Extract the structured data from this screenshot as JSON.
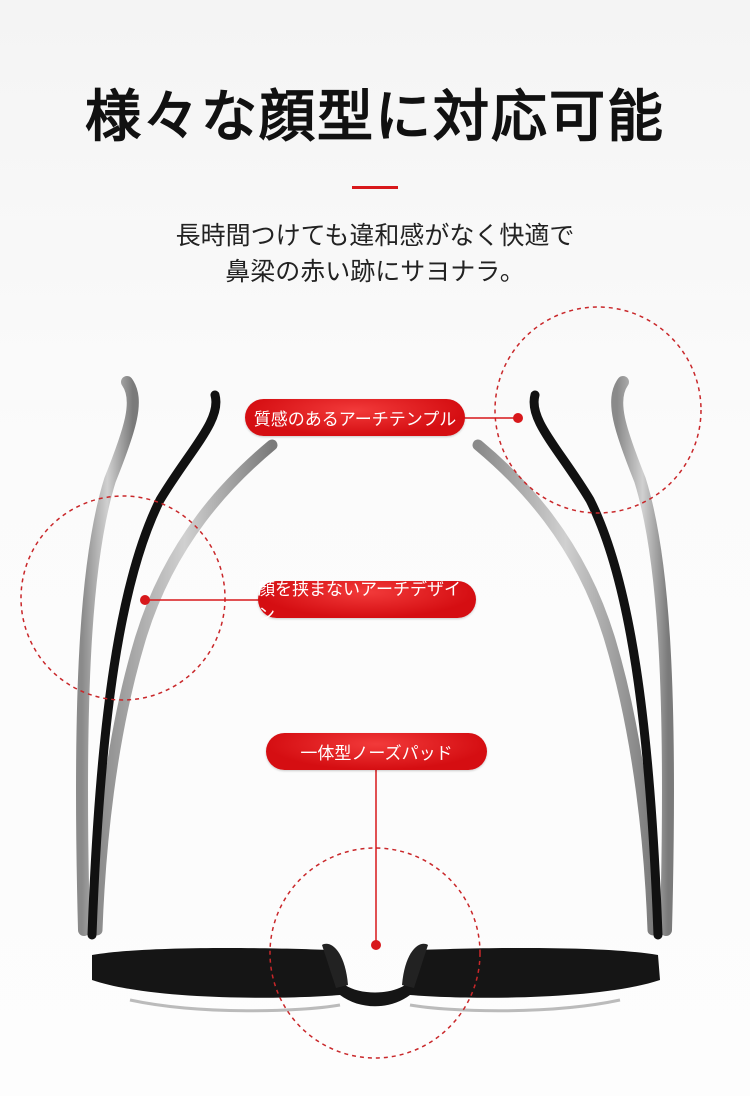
{
  "title": "様々な顔型に対応可能",
  "subtitle": {
    "line1": "長時間つけても違和感がなく快適で",
    "line2": "鼻梁の赤い跡にサヨナラ。"
  },
  "callouts": [
    {
      "label": "質感のあるアーチテンプル"
    },
    {
      "label": "顔を挟まないアーチデザイン"
    },
    {
      "label": "一体型ノーズパッド"
    }
  ],
  "colors": {
    "accent": "#d8181b",
    "text": "#111111"
  }
}
